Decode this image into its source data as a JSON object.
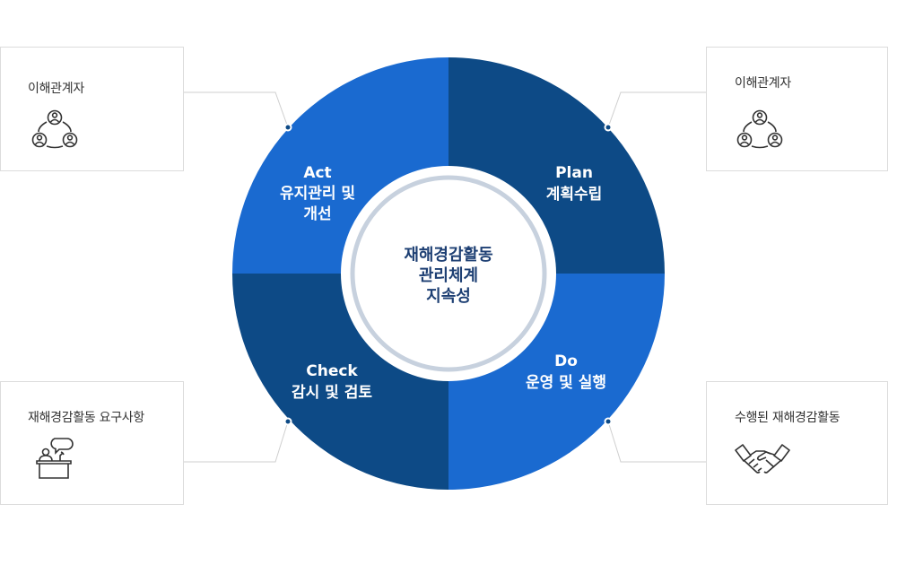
{
  "colors": {
    "dark": "#0d4a86",
    "light": "#1a6ad0",
    "center_ring": "#c7d1de",
    "center_text": "#1d3f73",
    "connector": "#cfcfcf",
    "icon": "#333333"
  },
  "center": {
    "lines": [
      "재해경감활동",
      "관리체계",
      "지속성"
    ]
  },
  "segments": {
    "plan": {
      "title": "Plan",
      "line2": "계획수립"
    },
    "do": {
      "title": "Do",
      "line2": "운영 및 실행"
    },
    "check": {
      "title": "Check",
      "line2": "감시 및 검토"
    },
    "act": {
      "title": "Act",
      "line2": "유지관리 및",
      "line3": "개선"
    }
  },
  "cards": {
    "top_left": {
      "label": "이해관계자",
      "icon": "stakeholders-icon"
    },
    "top_right": {
      "label": "이해관계자",
      "icon": "stakeholders-icon"
    },
    "bottom_left": {
      "label": "재해경감활동 요구사항",
      "icon": "podium-speaker-icon"
    },
    "bottom_right": {
      "label": "수행된 재해경감활동",
      "icon": "handshake-icon"
    }
  }
}
